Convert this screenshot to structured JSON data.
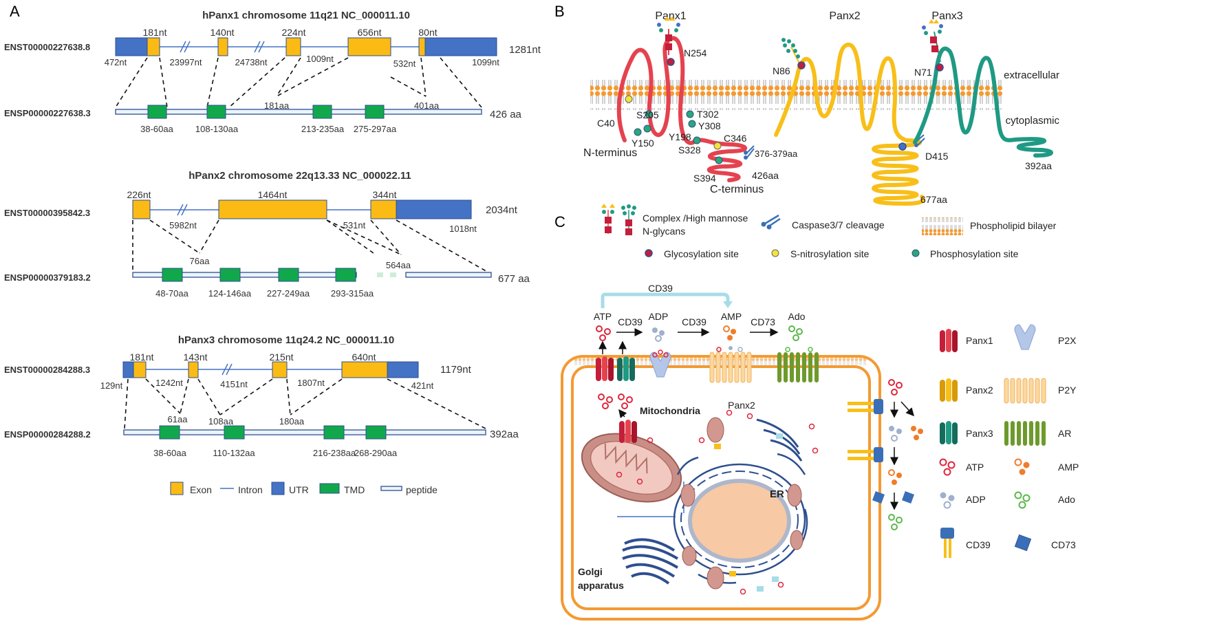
{
  "panel_labels": {
    "a": "A",
    "b": "B",
    "c": "C"
  },
  "panx1": {
    "title": "hPanx1 chromosome 11q21 NC_000011.10",
    "transcript": "ENST00000227638.8",
    "protein": "ENSP00000227638.3",
    "transcript_length": "1281nt",
    "protein_length": "426 aa",
    "exons": [
      "181nt",
      "140nt",
      "224nt",
      "656nt",
      "80nt"
    ],
    "utr": [
      "472nt",
      "1099nt"
    ],
    "introns": [
      "23997nt",
      "24738nt",
      "1009nt",
      "532nt"
    ],
    "aa_marks": [
      "181aa",
      "401aa"
    ],
    "tmd": [
      "38-60aa",
      "108-130aa",
      "213-235aa",
      "275-297aa"
    ]
  },
  "panx2": {
    "title": "hPanx2 chromosome 22q13.33 NC_000022.11",
    "transcript": "ENST00000395842.3",
    "protein": "ENSP00000379183.2",
    "transcript_length": "2034nt",
    "protein_length": "677 aa",
    "exons": [
      "226nt",
      "1464nt",
      "344nt"
    ],
    "utr": [
      "1018nt"
    ],
    "introns": [
      "5982nt",
      "531nt"
    ],
    "aa_marks": [
      "76aa",
      "564aa"
    ],
    "tmd": [
      "48-70aa",
      "124-146aa",
      "227-249aa",
      "293-315aa"
    ]
  },
  "panx3": {
    "title": "hPanx3 chromosome 11q24.2 NC_000011.10",
    "transcript": "ENST00000284288.3",
    "protein": "ENSP00000284288.2",
    "transcript_length": "1179nt",
    "protein_length": "392aa",
    "exons": [
      "181nt",
      "143nt",
      "215nt",
      "640nt"
    ],
    "utr": [
      "129nt",
      "421nt"
    ],
    "introns": [
      "1242nt",
      "4151nt",
      "1807nt"
    ],
    "aa_marks": [
      "61aa",
      "108aa",
      "180aa"
    ],
    "tmd": [
      "38-60aa",
      "110-132aa",
      "216-238aa",
      "268-290aa"
    ]
  },
  "legend_a": {
    "exon": "Exon",
    "intron": "Intron",
    "utr": "UTR",
    "tmd": "TMD",
    "peptide": "peptide"
  },
  "topology": {
    "titles": [
      "Panx1",
      "Panx2",
      "Panx3"
    ],
    "extracellular": "extracellular",
    "cytoplasmic": "cytoplasmic",
    "panx1_sites": {
      "n254": "N254",
      "c40": "C40",
      "s205": "S205",
      "t302": "T302",
      "y308": "Y308",
      "y198": "Y198",
      "y150": "Y150",
      "s328": "S328",
      "c346": "C346",
      "cleavage1": "376-379aa",
      "s394": "S394",
      "end": "426aa"
    },
    "n_terminus": "N-terminus",
    "c_terminus": "C-terminus",
    "panx2_sites": {
      "n86": "N86",
      "d415": "D415",
      "end": "677aa"
    },
    "panx3_sites": {
      "n71": "N71",
      "end": "392aa"
    }
  },
  "legend_b": {
    "glycans_1": "Complex /High mannose",
    "glycans_2": "N-glycans",
    "caspase": "Caspase3/7 cleavage",
    "bilayer": "Phospholipid bilayer",
    "glyco_site": "Glycosylation site",
    "snitro_site": "S-nitrosylation site",
    "phospho_site": "Phosphosylation site"
  },
  "cell": {
    "cd39_top": "CD39",
    "atp": "ATP",
    "cd39_a": "CD39",
    "adp": "ADP",
    "cd39_b": "CD39",
    "amp": "AMP",
    "cd73": "CD73",
    "ado": "Ado",
    "mitochondria": "Mitochondria",
    "panx2": "Panx2",
    "er": "ER",
    "golgi_1": "Golgi",
    "golgi_2": "apparatus"
  },
  "legend_c": {
    "panx1": "Panx1",
    "p2x": "P2X",
    "panx2": "Panx2",
    "p2y": "P2Y",
    "panx3": "Panx3",
    "ar": "AR",
    "atp": "ATP",
    "amp": "AMP",
    "adp": "ADP",
    "ado": "Ado",
    "cd39": "CD39",
    "cd73": "CD73"
  },
  "colors": {
    "exon": "#fbbb14",
    "utr": "#4472c4",
    "tmd": "#11a84c",
    "intron": "#4472c4",
    "panx1": "#e5424f",
    "panx2": "#f8bf1a",
    "panx3": "#1f9a84",
    "membrane": "#f39a33",
    "atp": "#e0243a",
    "adp": "#9fb0cc",
    "amp": "#f07c2a",
    "ado": "#5ab84a"
  }
}
